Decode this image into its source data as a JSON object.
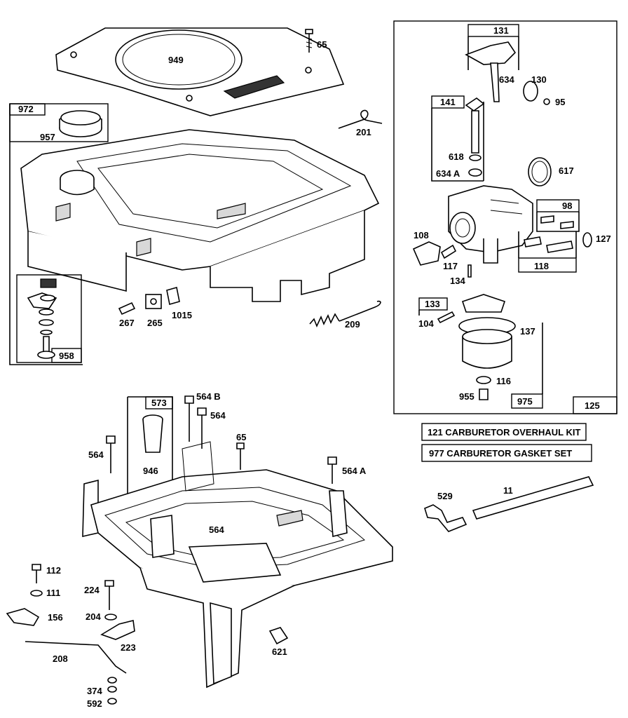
{
  "parts": {
    "p949": "949",
    "p65a": "65",
    "p972": "972",
    "p957": "957",
    "p201": "201",
    "p267": "267",
    "p265": "265",
    "p1015": "1015",
    "p209": "209",
    "p958": "958",
    "p131": "131",
    "p634": "634",
    "p130": "130",
    "p95": "95",
    "p141": "141",
    "p618": "618",
    "p634a": "634 A",
    "p617": "617",
    "p98": "98",
    "p108": "108",
    "p127": "127",
    "p117": "117",
    "p118": "118",
    "p134": "134",
    "p133": "133",
    "p104": "104",
    "p137": "137",
    "p116": "116",
    "p955": "955",
    "p975": "975",
    "p125": "125",
    "p573": "573",
    "p564b": "564 B",
    "p564a_top": "564",
    "p564_left": "564",
    "p65b": "65",
    "p946": "946",
    "p564A": "564 A",
    "p564_mid": "564",
    "p529": "529",
    "p11": "11",
    "p112": "112",
    "p111": "111",
    "p156": "156",
    "p224": "224",
    "p204": "204",
    "p223": "223",
    "p208": "208",
    "p374": "374",
    "p592": "592",
    "p621": "621"
  },
  "kits": {
    "overhaul": "121  CARBURETOR OVERHAUL KIT",
    "gasket": "977  CARBURETOR GASKET SET"
  }
}
